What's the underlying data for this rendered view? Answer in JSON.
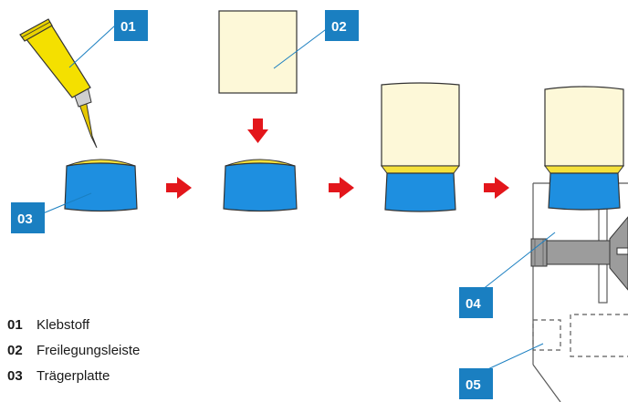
{
  "diagram": {
    "colors": {
      "adhesive": "#f5e13a",
      "carrier": "#1e8fe0",
      "strip": "#fdf8d8",
      "badge": "#1a7fc1",
      "arrow": "#e3161b",
      "tube": "#f4e000",
      "bolt": "#9c9c9c",
      "outline": "#5a5a5a"
    },
    "badges": {
      "b01": "01",
      "b02": "02",
      "b03": "03",
      "b04": "04",
      "b05": "05"
    },
    "legend": [
      {
        "num": "01",
        "label": "Klebstoff"
      },
      {
        "num": "02",
        "label": "Freilegungsleiste"
      },
      {
        "num": "03",
        "label": "Trägerplatte"
      }
    ]
  }
}
